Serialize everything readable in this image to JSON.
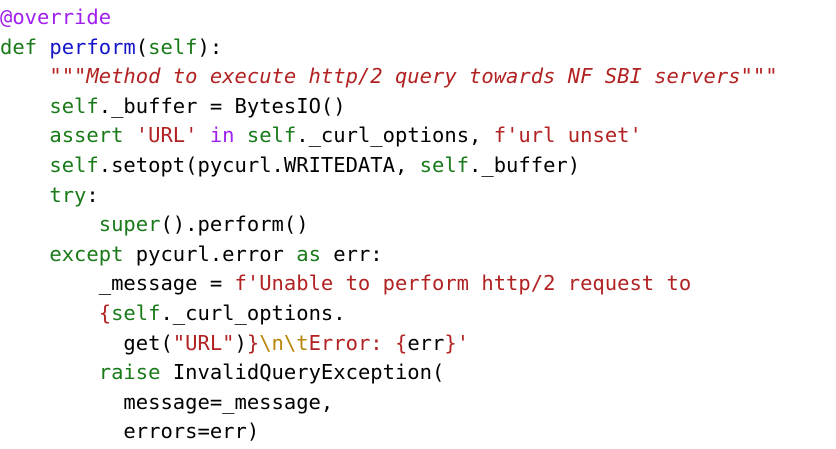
{
  "code": {
    "lines": [
      {
        "indent": "",
        "tokens": [
          {
            "t": "@override",
            "c": "dec"
          }
        ]
      },
      {
        "indent": "",
        "tokens": [
          {
            "t": "def ",
            "c": "kw"
          },
          {
            "t": "perform",
            "c": "fn"
          },
          {
            "t": "(",
            "c": "txt"
          },
          {
            "t": "self",
            "c": "kw"
          },
          {
            "t": "):",
            "c": "txt"
          }
        ]
      },
      {
        "indent": "    ",
        "tokens": [
          {
            "t": "\"\"\"Method to execute http/2 query towards NF SBI servers\"\"\"",
            "c": "doc"
          }
        ]
      },
      {
        "indent": "    ",
        "tokens": [
          {
            "t": "self",
            "c": "kw"
          },
          {
            "t": "._buffer = BytesIO()",
            "c": "txt"
          }
        ]
      },
      {
        "indent": "    ",
        "tokens": [
          {
            "t": "assert ",
            "c": "kw"
          },
          {
            "t": "'URL' ",
            "c": "str"
          },
          {
            "t": "in ",
            "c": "op"
          },
          {
            "t": "self",
            "c": "kw"
          },
          {
            "t": "._curl_options, ",
            "c": "txt"
          },
          {
            "t": "f'url unset'",
            "c": "str"
          }
        ]
      },
      {
        "indent": "    ",
        "tokens": [
          {
            "t": "self",
            "c": "kw"
          },
          {
            "t": ".setopt(pycurl.WRITEDATA, ",
            "c": "txt"
          },
          {
            "t": "self",
            "c": "kw"
          },
          {
            "t": "._buffer)",
            "c": "txt"
          }
        ]
      },
      {
        "indent": "    ",
        "tokens": [
          {
            "t": "try",
            "c": "kw"
          },
          {
            "t": ":",
            "c": "txt"
          }
        ]
      },
      {
        "indent": "        ",
        "tokens": [
          {
            "t": "super",
            "c": "kw"
          },
          {
            "t": "().perform()",
            "c": "txt"
          }
        ]
      },
      {
        "indent": "    ",
        "tokens": [
          {
            "t": "except ",
            "c": "kw"
          },
          {
            "t": "pycurl.error ",
            "c": "txt"
          },
          {
            "t": "as ",
            "c": "kw"
          },
          {
            "t": "err:",
            "c": "txt"
          }
        ]
      },
      {
        "indent": "        ",
        "tokens": [
          {
            "t": "_message = ",
            "c": "txt"
          },
          {
            "t": "f'Unable to perform http/2 request to",
            "c": "str"
          }
        ]
      },
      {
        "indent": "        ",
        "tokens": [
          {
            "t": "{",
            "c": "str"
          },
          {
            "t": "self",
            "c": "kw"
          },
          {
            "t": "._curl_options.",
            "c": "txt"
          }
        ]
      },
      {
        "indent": "          ",
        "tokens": [
          {
            "t": "get(",
            "c": "txt"
          },
          {
            "t": "\"URL\"",
            "c": "str"
          },
          {
            "t": ")",
            "c": "txt"
          },
          {
            "t": "}",
            "c": "str"
          },
          {
            "t": "\\n\\t",
            "c": "esc"
          },
          {
            "t": "Error: ",
            "c": "str"
          },
          {
            "t": "{",
            "c": "str"
          },
          {
            "t": "err",
            "c": "txt"
          },
          {
            "t": "}'",
            "c": "str"
          }
        ]
      },
      {
        "indent": "        ",
        "tokens": [
          {
            "t": "raise ",
            "c": "kw"
          },
          {
            "t": "InvalidQueryException(",
            "c": "txt"
          }
        ]
      },
      {
        "indent": "          ",
        "tokens": [
          {
            "t": "message=_message,",
            "c": "txt"
          }
        ]
      },
      {
        "indent": "          ",
        "tokens": [
          {
            "t": "errors=err)",
            "c": "txt"
          }
        ]
      }
    ]
  }
}
